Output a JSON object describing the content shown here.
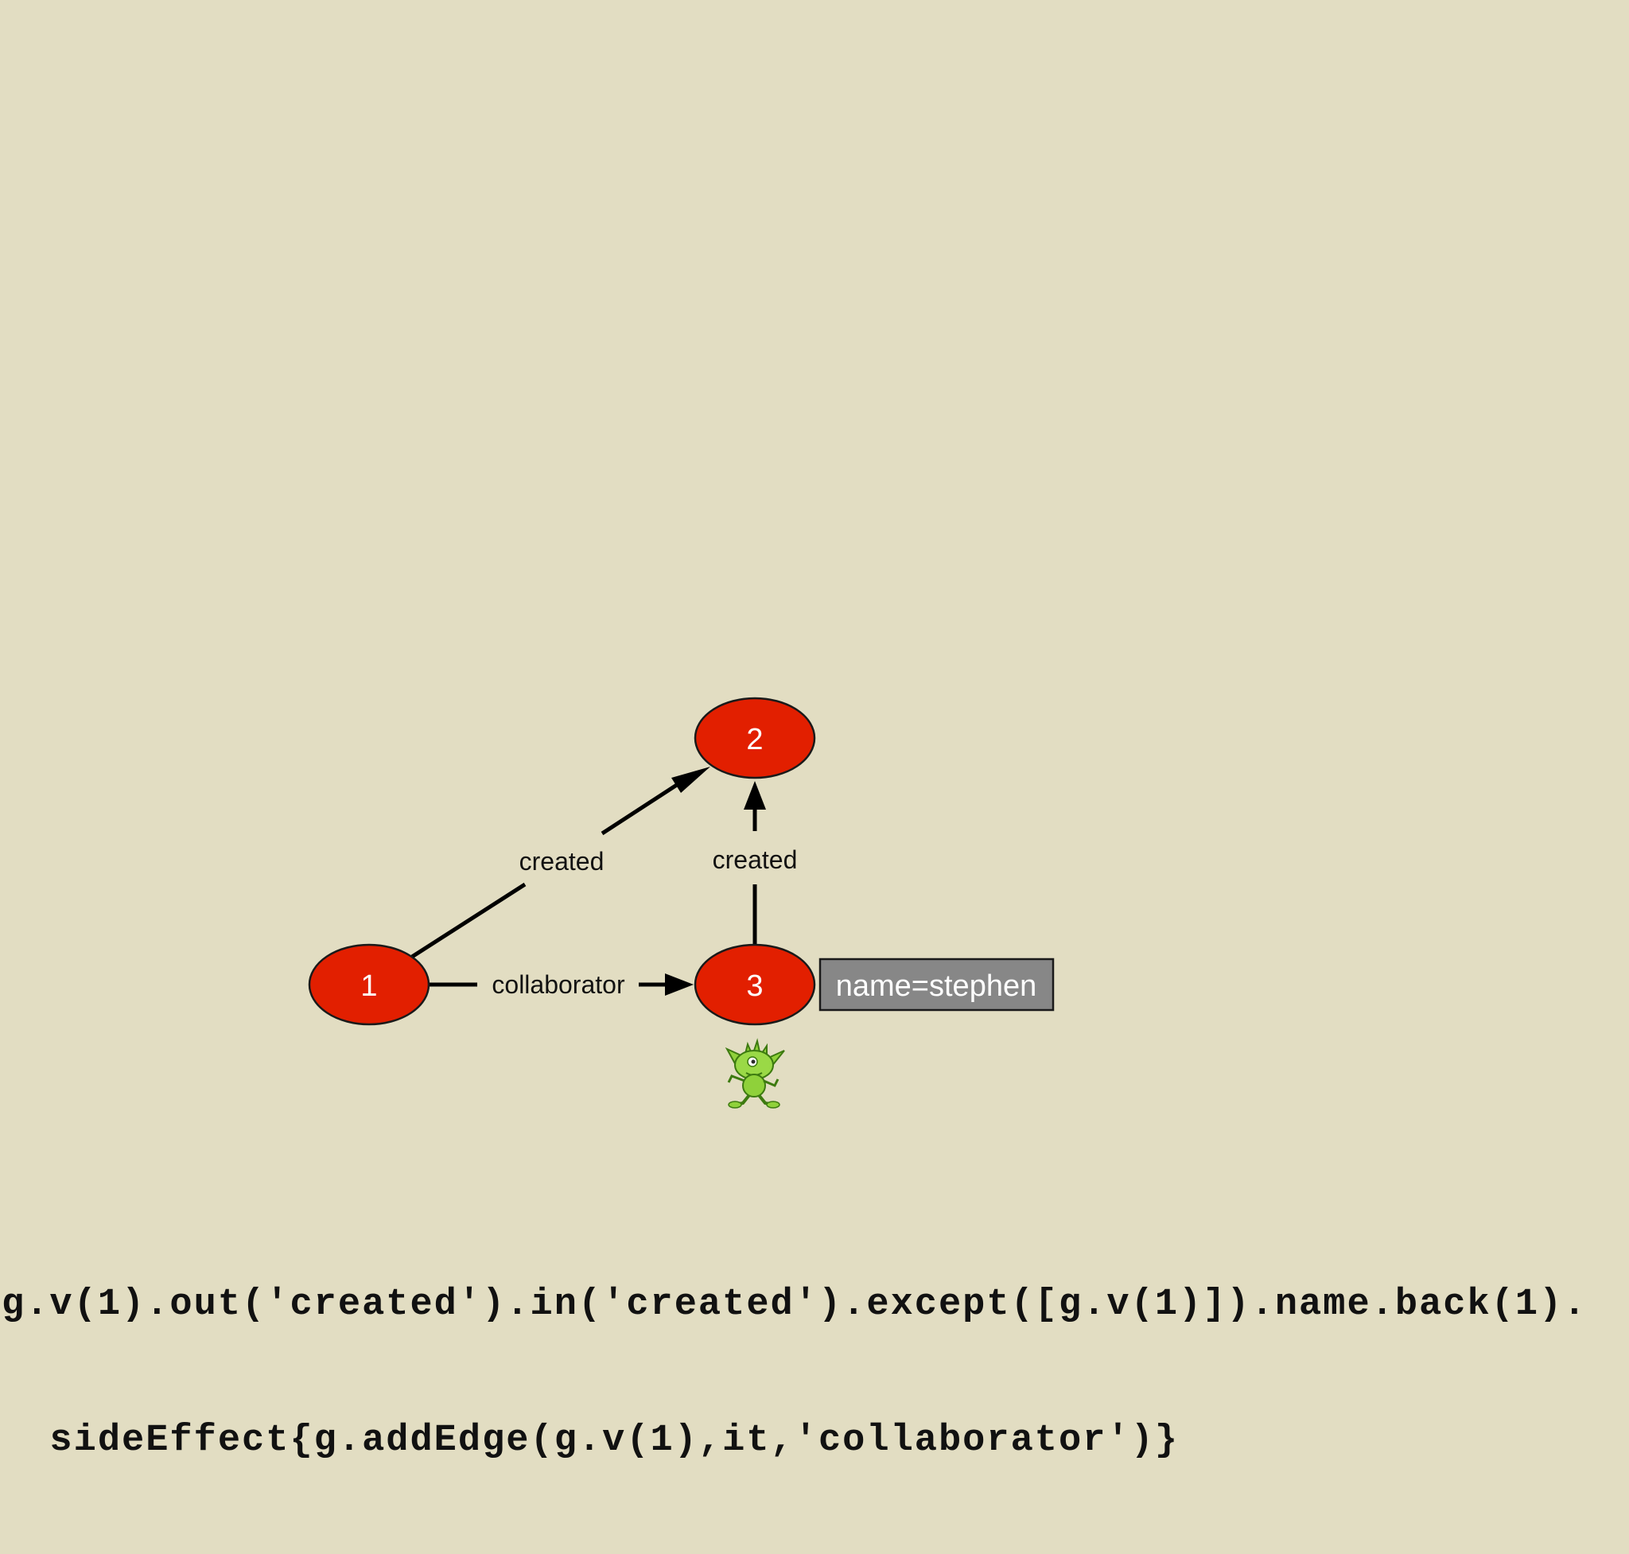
{
  "diagram": {
    "nodes": [
      {
        "id": "1",
        "label": "1"
      },
      {
        "id": "2",
        "label": "2"
      },
      {
        "id": "3",
        "label": "3"
      }
    ],
    "edges": [
      {
        "from": "1",
        "to": "2",
        "label": "created"
      },
      {
        "from": "3",
        "to": "2",
        "label": "created"
      },
      {
        "from": "1",
        "to": "3",
        "label": "collaborator"
      }
    ],
    "property_box": {
      "node": "3",
      "text": "name=stephen"
    },
    "mascot": {
      "node": "3",
      "icon": "gremlin-mascot-icon"
    },
    "colors": {
      "background": "#e2ddc2",
      "node_fill": "#e21f00",
      "node_stroke": "#1a1a1a",
      "property_box_fill": "#878787",
      "mascot_green": "#8fd13a"
    }
  },
  "code": {
    "line1": "g.v(1).out('created').in('created').except([g.v(1)]).name.back(1).",
    "line2": "  sideEffect{g.addEdge(g.v(1),it,'collaborator')}"
  }
}
